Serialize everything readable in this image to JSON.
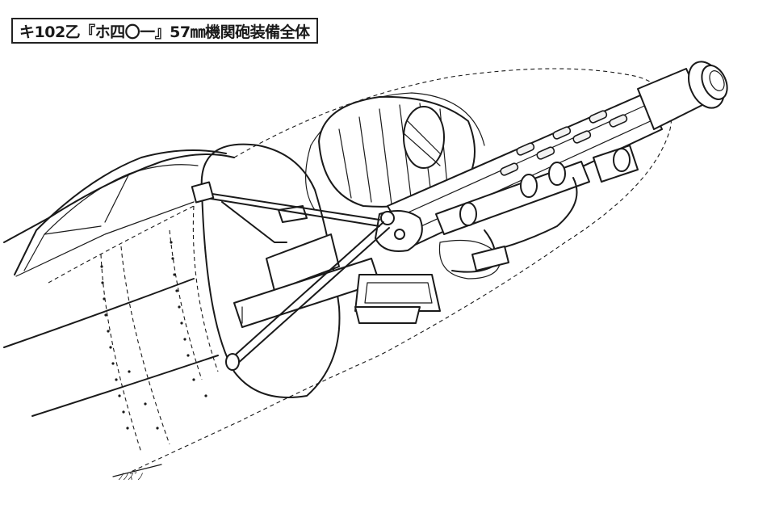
{
  "caption": {
    "text": "キ102乙『ホ四〇一』57㎜機関砲装備全体"
  },
  "signature": {
    "text": "ﾉﾉｽﾞﾉ"
  },
  "illustration": {
    "icon": "cannon-installation-drawing"
  }
}
